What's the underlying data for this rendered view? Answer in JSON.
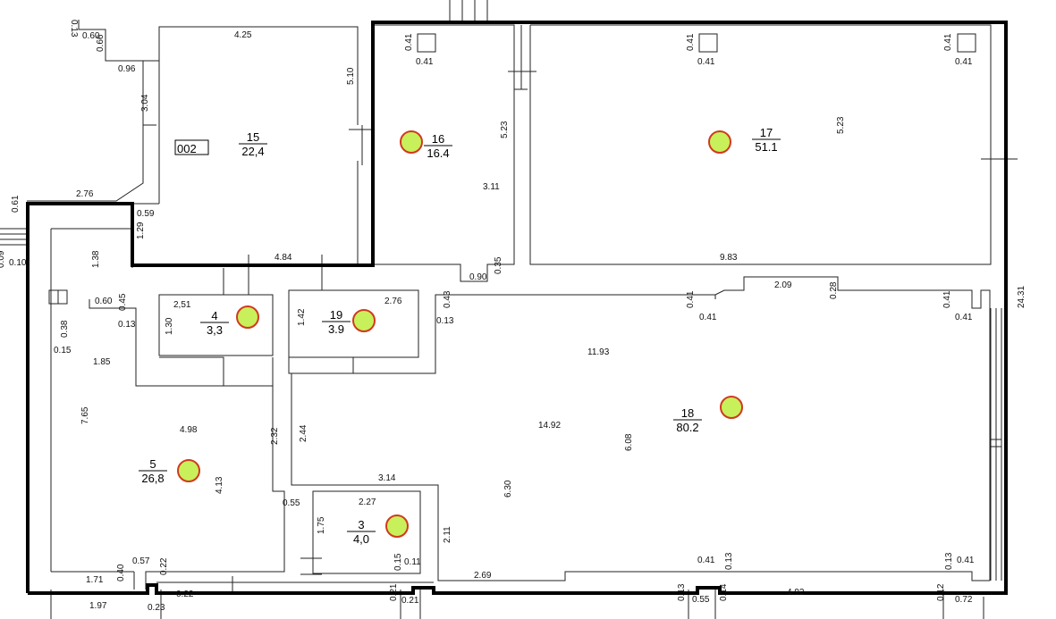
{
  "building_tag": "002",
  "colors": {
    "marker_fill": "#c8f05a",
    "marker_stroke": "#d03a1e",
    "thick_wall": "#000000",
    "thin_wall": "#222222"
  },
  "rooms": [
    {
      "id": "15",
      "number": "15",
      "area": "22,4"
    },
    {
      "id": "16",
      "number": "16",
      "area": "16.4"
    },
    {
      "id": "17",
      "number": "17",
      "area": "51.1"
    },
    {
      "id": "4",
      "number": "4",
      "area": "3,3"
    },
    {
      "id": "19",
      "number": "19",
      "area": "3.9"
    },
    {
      "id": "18",
      "number": "18",
      "area": "80.2"
    },
    {
      "id": "5",
      "number": "5",
      "area": "26,8"
    },
    {
      "id": "3",
      "number": "3",
      "area": "4,0"
    }
  ],
  "dimensions": [
    "0.13",
    "0.60",
    "0.66",
    "0.96",
    "4.25",
    "5.10",
    "3.04",
    "2.76",
    "0.59",
    "1.29",
    "0.61",
    "0.09",
    "0.10",
    "4.84",
    "0.41",
    "0.41",
    "5.23",
    "3.11",
    "0.90",
    "0.35",
    "0.41",
    "0.41",
    "5.23",
    "0.41",
    "0.41",
    "9.83",
    "24.31",
    "1.38",
    "0.60",
    "0.45",
    "0.13",
    "0.38",
    "0.15",
    "1.85",
    "7.65",
    "2,51",
    "1.30",
    "1.42",
    "2.76",
    "0.43",
    "0.13",
    "2.09",
    "0.28",
    "0.41",
    "0.41",
    "0.41",
    "0.41",
    "11.93",
    "14.92",
    "6.08",
    "4.98",
    "2.32",
    "2.44",
    "3.14",
    "6.30",
    "4.13",
    "0.55",
    "2.27",
    "1.75",
    "2.11",
    "0.41",
    "0.13",
    "0.13",
    "0.41",
    "0.57",
    "0.22",
    "0.40",
    "1.71",
    "0.15",
    "0.11",
    "2.69",
    "1.97",
    "0.23",
    "0.22",
    "0.21",
    "0.21",
    "0.13",
    "0.55",
    "0.14",
    "4.92",
    "0.12",
    "0.72"
  ]
}
